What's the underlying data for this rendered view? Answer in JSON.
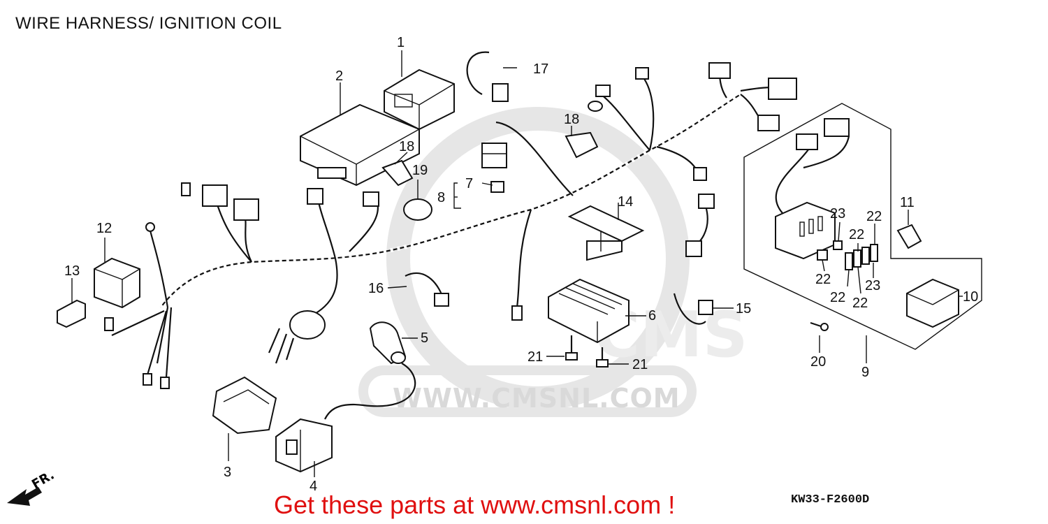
{
  "title": "WIRE HARNESS/ IGNITION COIL",
  "footer": {
    "cta": "Get these parts at www.cmsnl.com !",
    "diagram_code": "KW33-F2600D"
  },
  "watermark": {
    "text": "WWW.CMSNL.COM",
    "logo_text": "CMS"
  },
  "direction_marker": "FR.",
  "callouts": {
    "c1": "1",
    "c2": "2",
    "c3": "3",
    "c4": "4",
    "c5": "5",
    "c6": "6",
    "c7": "7",
    "c8": "8",
    "c9": "9",
    "c10": "10",
    "c11": "11",
    "c12": "12",
    "c13": "13",
    "c14": "14",
    "c15": "15",
    "c16": "16",
    "c17": "17",
    "c18a": "18",
    "c18b": "18",
    "c19": "19",
    "c20": "20",
    "c21a": "21",
    "c21b": "21",
    "c22a": "22",
    "c22b": "22",
    "c22c": "22",
    "c22d": "22",
    "c22e": "22",
    "c23a": "23",
    "c23b": "23"
  },
  "colors": {
    "cta": "#e01010",
    "ink": "#111111",
    "watermark": "#d9d9d9"
  }
}
